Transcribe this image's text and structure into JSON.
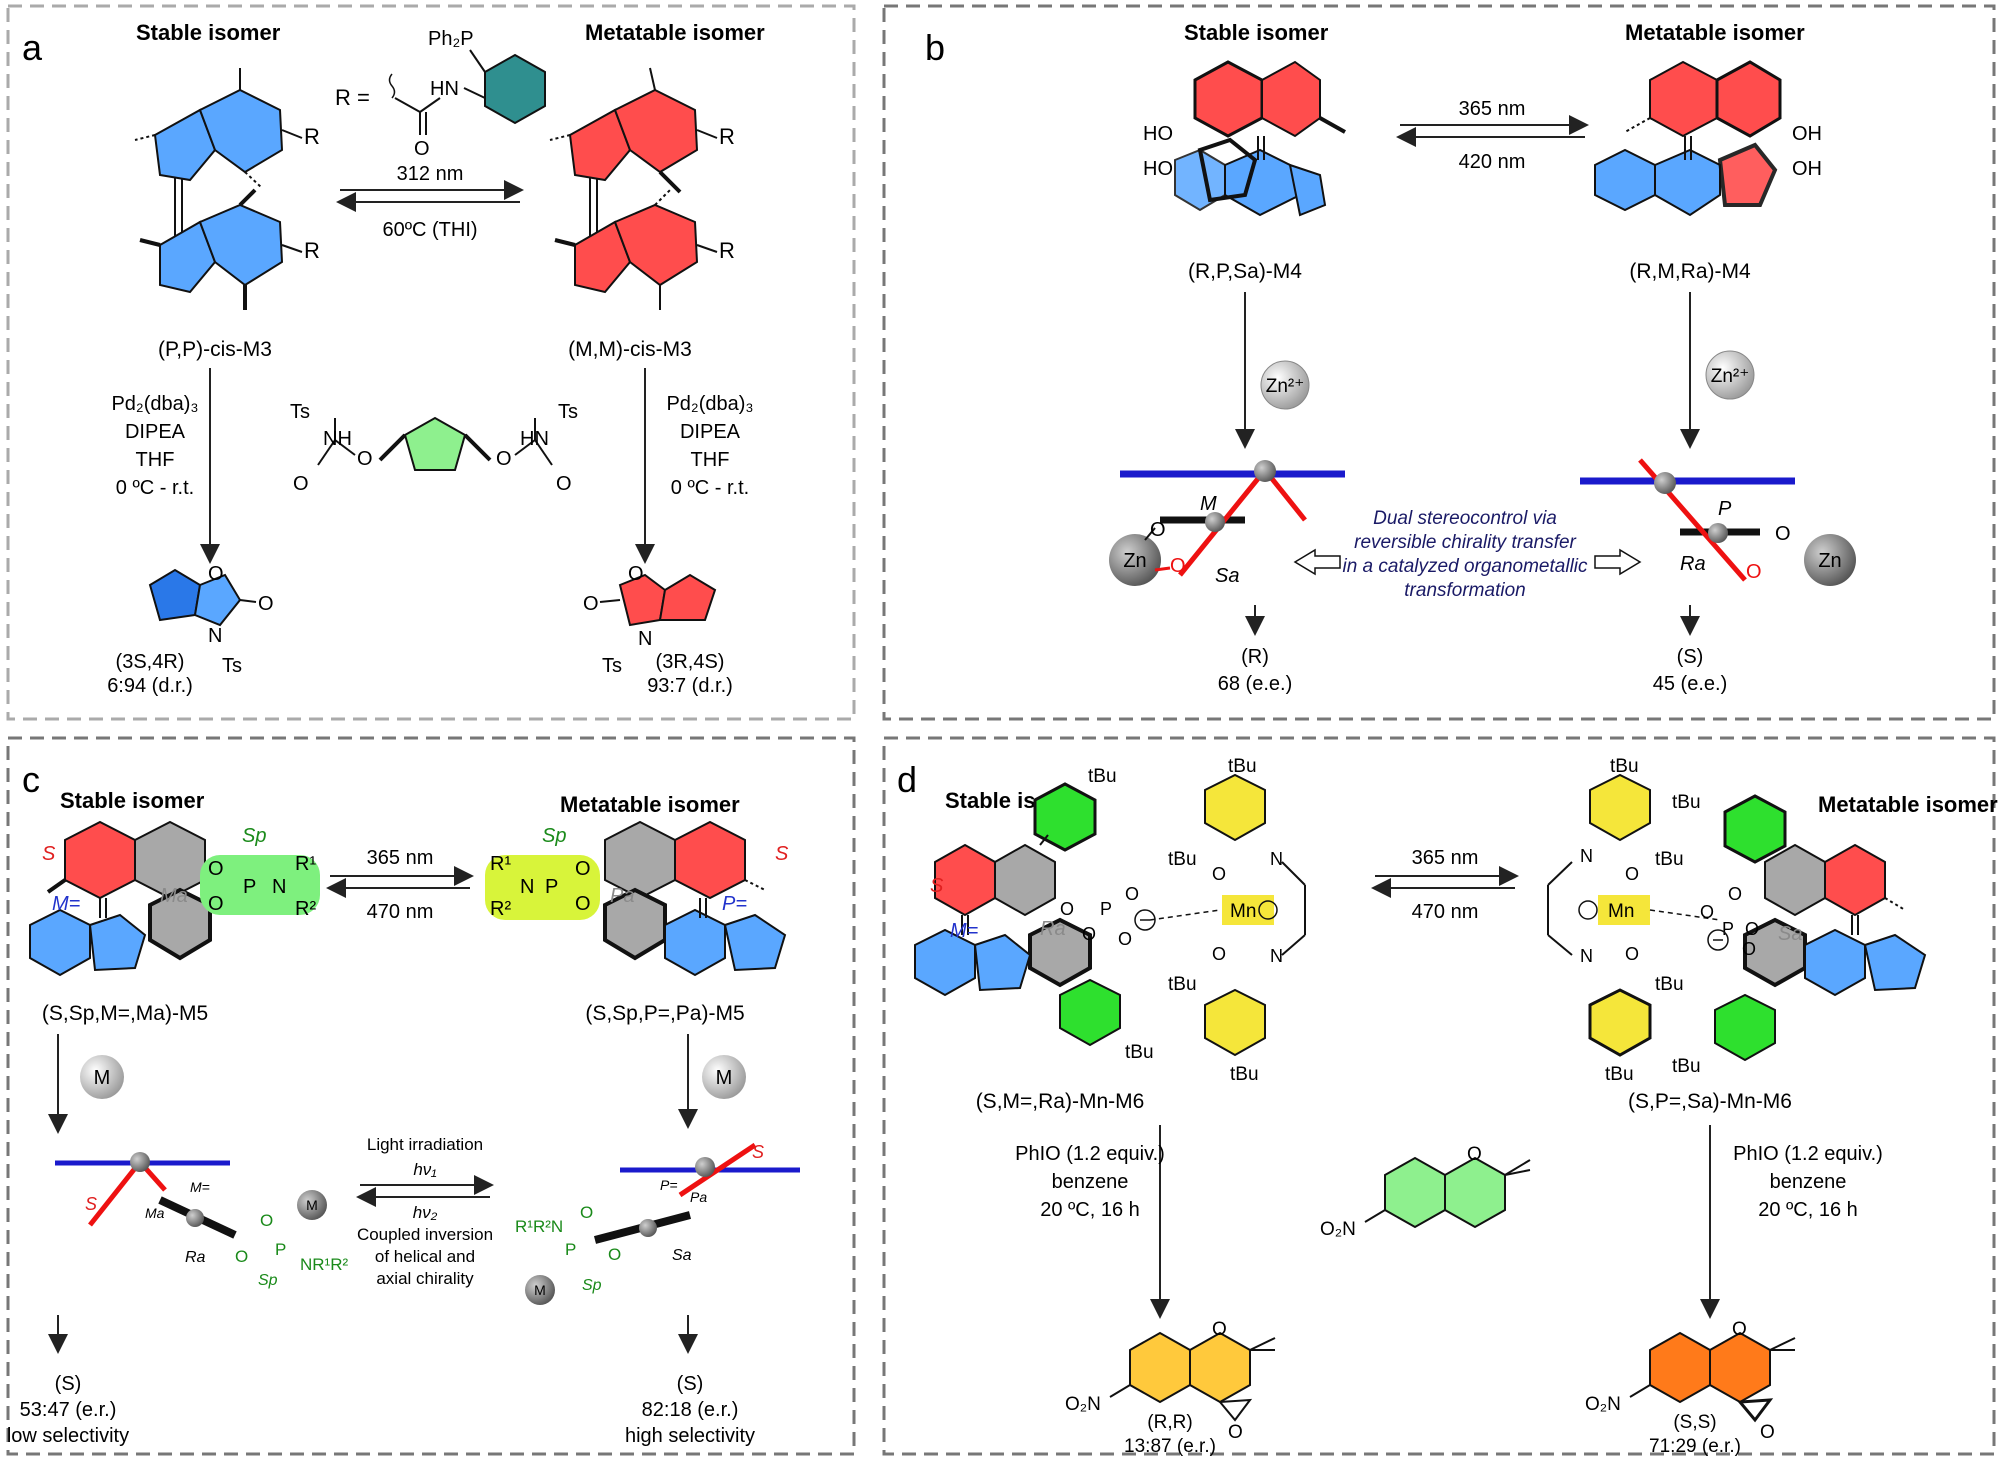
{
  "colors": {
    "stable_blue": "#5aa7ff",
    "metastable_red": "#ff4d4d",
    "catalyst_green": "#8ef08e",
    "bright_green": "#2ee02e",
    "yellow": "#f5e63a",
    "teal": "#2f8f8f",
    "gray": "#a8a8a8",
    "orange": "#ff7a1a",
    "light_orange": "#ffc93c",
    "dark_green_label": "#1a8a1a",
    "blue_label": "#2233cc",
    "red_label": "#e02020",
    "gray_label": "#8a8a8a"
  },
  "panel_a": {
    "label": "a",
    "stable_title": "Stable isomer",
    "meta_title": "Metatable isomer",
    "r_group": "R =",
    "ph2p": "Ph₂P",
    "hn": "HN",
    "o": "O",
    "r1": "R",
    "r2": "R",
    "r3": "R",
    "r4": "R",
    "forward": "312 nm",
    "reverse": "60ºC (THI)",
    "left_name_prefix": "(",
    "left_name": "(P,P)-cis-M3",
    "right_name": "(M,M)-cis-M3",
    "cond_left": [
      "Pd₂(dba)₃",
      "DIPEA",
      "THF",
      "0 ºC - r.t."
    ],
    "cond_right": [
      "Pd₂(dba)₃",
      "DIPEA",
      "THF",
      "0 ºC - r.t."
    ],
    "substrate": {
      "ts1": "Ts",
      "nh1": "NH",
      "o1": "O",
      "ts2": "Ts",
      "hn2": "HN",
      "o2": "O"
    },
    "prod_left": {
      "o": "O",
      "o2": "O",
      "n": "N",
      "ts": "Ts",
      "config": "(3S,4R)",
      "dr": "6:94 (d.r.)"
    },
    "prod_right": {
      "o": "O",
      "o2": "O",
      "n": "N",
      "ts": "Ts",
      "config": "(3R,4S)",
      "dr": "93:7 (d.r.)"
    }
  },
  "panel_b": {
    "label": "b",
    "stable_title": "Stable isomer",
    "meta_title": "Metatable isomer",
    "ho1": "HO",
    "ho2": "HO",
    "oh1": "OH",
    "oh2": "OH",
    "forward": "365 nm",
    "reverse": "420 nm",
    "left_name": "(R,P,Sa)-M4",
    "right_name": "(R,M,Ra)-M4",
    "zn_ion": "Zn²⁺",
    "zn": "Zn",
    "o": "O",
    "m_label": "M",
    "p_label": "P",
    "sa": "Sa",
    "ra": "Ra",
    "caption": [
      "Dual stereocontrol via",
      "reversible chirality transfer",
      "in a catalyzed organometallic",
      "transformation"
    ],
    "left_result": [
      "(R)",
      "68 (e.e.)"
    ],
    "right_result": [
      "(S)",
      "45 (e.e.)"
    ]
  },
  "panel_c": {
    "label": "c",
    "stable_title": "Stable isomer",
    "meta_title": "Metatable isomer",
    "forward": "365 nm",
    "reverse": "470 nm",
    "s_left": "S",
    "s_right": "S",
    "sp_left": "Sp",
    "sp_right": "Sp",
    "m_eq": "M=",
    "p_eq": "P=",
    "ma": "Ma",
    "pa": "Pa",
    "o": "O",
    "p": "P",
    "n": "N",
    "r1": "R¹",
    "r2": "R²",
    "left_name": "(S,Sp,M=,Ma)-M5",
    "right_name": "(S,Sp,P=,Pa)-M5",
    "metal": "M",
    "light": [
      "Light irradiation",
      "hν₁",
      "hν₂",
      "Coupled inversion",
      "of helical and",
      "axial chirality"
    ],
    "nr1r2": "NR¹R²",
    "r1r2n": "R¹R²N",
    "ra": "Ra",
    "sa": "Sa",
    "left_result": [
      "(S)",
      "53:47 (e.r.)",
      "low selectivity"
    ],
    "right_result": [
      "(S)",
      "82:18 (e.r.)",
      "high selectivity"
    ]
  },
  "panel_d": {
    "label": "d",
    "stable_title": "Stable isomer",
    "meta_title": "Metatable isomer",
    "tbu": "tBu",
    "forward": "365 nm",
    "reverse": "470 nm",
    "mn": "Mn",
    "n": "N",
    "o": "O",
    "p": "P",
    "left_name": "(S,M=,Ra)-Mn-M6",
    "right_name": "(S,P=,Sa)-Mn-M6",
    "cond": [
      "PhIO (1.2 equiv.)",
      "benzene",
      "20 ºC, 16 h"
    ],
    "o2n": "O₂N",
    "left_prod": [
      "(R,R)",
      "13:87 (e.r.)"
    ],
    "right_prod": [
      "(S,S)",
      "71:29 (e.r.)"
    ]
  }
}
